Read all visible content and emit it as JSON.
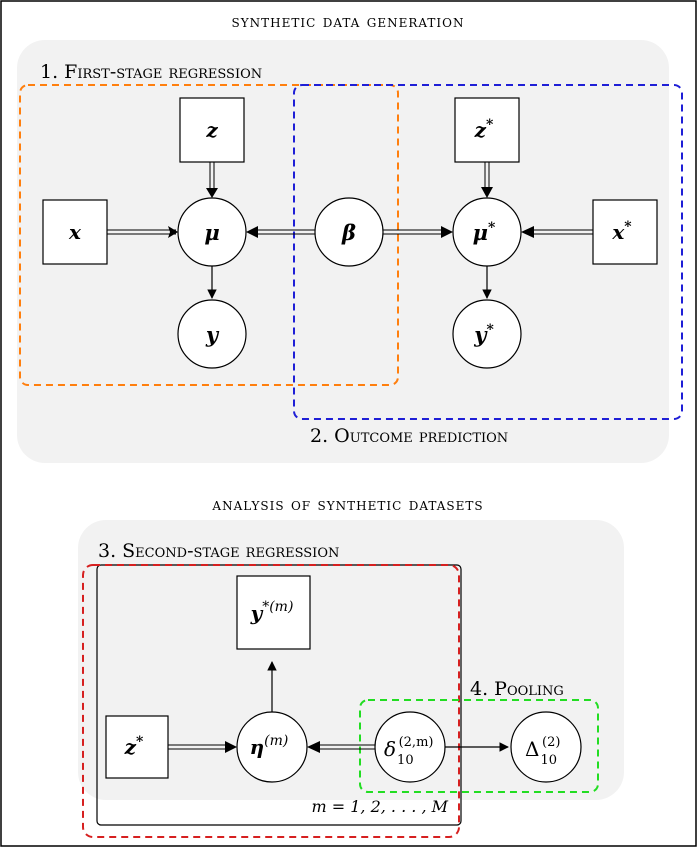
{
  "sections": {
    "top": "synthetic data generation",
    "bottom": "analysis of synthetic datasets"
  },
  "groups": {
    "g1": "1. First-stage regression",
    "g2": "2. Outcome prediction",
    "g3": "3. Second-stage regression",
    "g4": "4. Pooling"
  },
  "nodes": {
    "x": "x",
    "z": "z",
    "mu": "μ",
    "y": "y",
    "beta": "β",
    "z_star": "z",
    "mu_star": "μ",
    "y_star": "y",
    "x_star": "x",
    "star": "*",
    "z_star2": "z",
    "y_star_m": "y",
    "y_star_m_sup": "*(m)",
    "eta": "η",
    "m_sup": "(m)",
    "delta": "δ",
    "delta_sub": "10",
    "delta_sup": "(2,m)",
    "Delta": "Δ",
    "Delta_sub": "10",
    "Delta_sup": "(2)"
  },
  "plate_label": "m = 1, 2, . . . , M",
  "colors": {
    "group1": "#ff7f0e",
    "group2": "#1f1fd6",
    "group3": "#d62020",
    "group4": "#22dd22",
    "panel": "#f2f2f2"
  }
}
